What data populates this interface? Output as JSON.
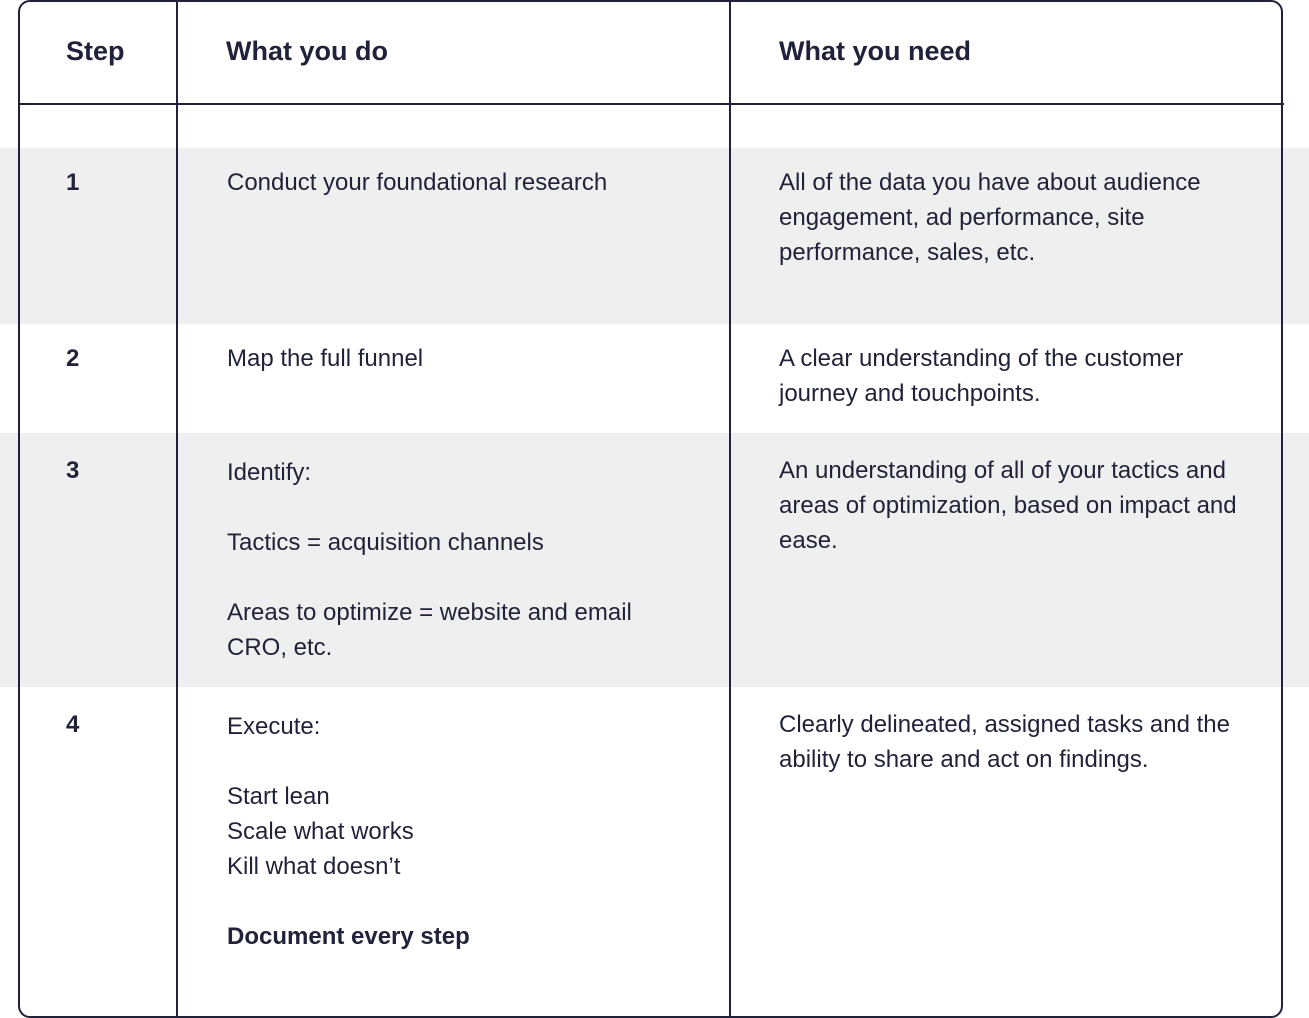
{
  "table": {
    "headers": {
      "step": "Step",
      "what_you_do": "What you do",
      "what_you_need": "What you need"
    },
    "rows": [
      {
        "step": "1",
        "do": [
          "Conduct your foundational research"
        ],
        "need": "All of the data you have about audience engagement, ad performance, site performance, sales, etc."
      },
      {
        "step": "2",
        "do": [
          "Map the full funnel"
        ],
        "need": "A clear understanding of the customer journey and touchpoints."
      },
      {
        "step": "3",
        "do": [
          "Identify:",
          "Tactics = acquisition channels",
          "Areas to optimize = website and email CRO, etc."
        ],
        "need": "An understanding of all of your tactics and areas of optimization, based on impact and ease."
      },
      {
        "step": "4",
        "do": [
          "Execute:",
          "Start lean",
          "Scale what works",
          "Kill what doesn’t",
          "Document every step"
        ],
        "need": "Clearly delineated, assigned tasks and the ability to share and act on findings."
      }
    ]
  },
  "colors": {
    "text": "#1f2238",
    "border": "#1f2238",
    "shaded_row": "#efefef"
  }
}
